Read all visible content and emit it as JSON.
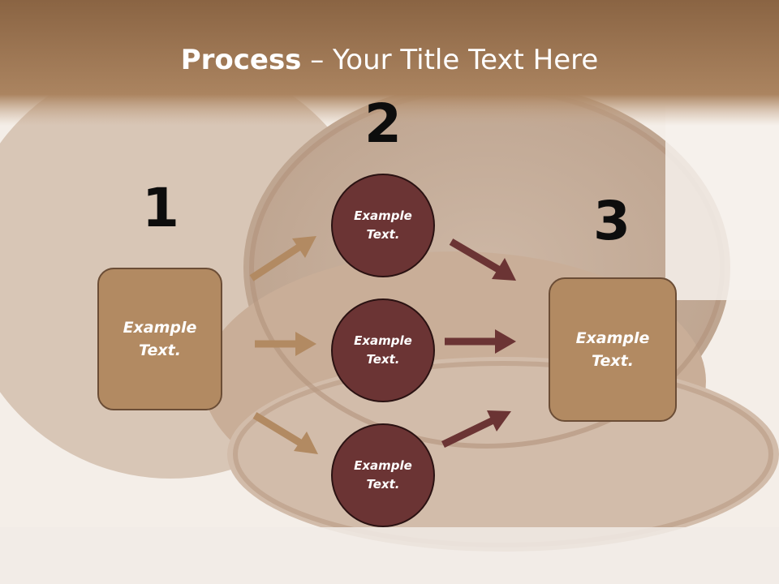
{
  "title": {
    "bold": "Process",
    "rest": " – Your Title Text Here"
  },
  "steps": {
    "one": "1",
    "two": "2",
    "three": "3"
  },
  "nodes": {
    "left_box": "Example Text.",
    "circle_top": "Example Text.",
    "circle_middle": "Example Text.",
    "circle_bottom": "Example Text.",
    "right_box": "Example Text."
  },
  "colors": {
    "header_band": "#a57a55",
    "box_fill": "#b28a62",
    "circle_fill": "#6b3434",
    "arrow_light": "#b28a62",
    "arrow_dark": "#6b3434"
  }
}
